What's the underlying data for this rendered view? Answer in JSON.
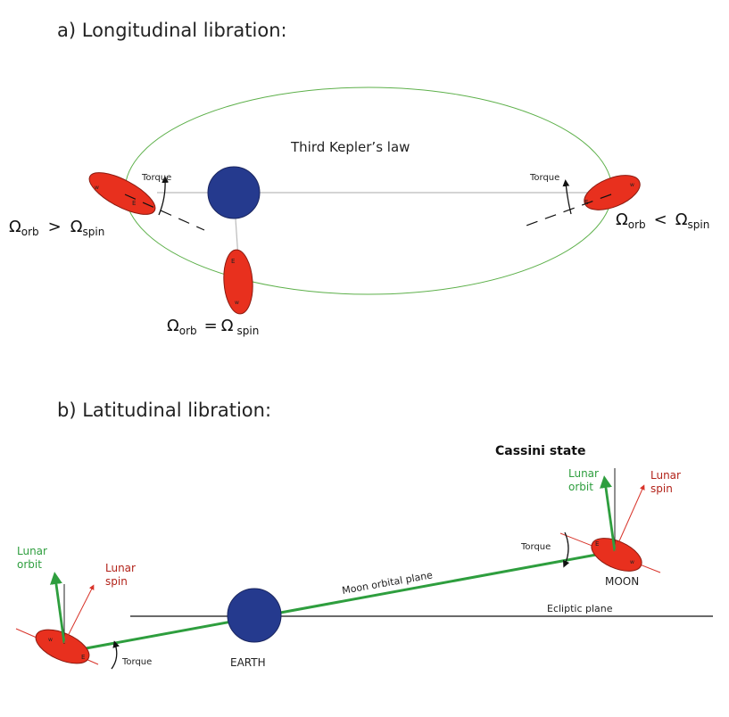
{
  "panel_a": {
    "title": "a) Longitudinal libration:",
    "kepler_label": "Third Kepler’s law",
    "torque_left": "Torque",
    "torque_right": "Torque",
    "moon_mark_w": "w",
    "moon_mark_e": "E",
    "omega": "Ω",
    "sub_orb": "orb",
    "sub_spin": "spin",
    "rel_gt": ">",
    "rel_lt": "<",
    "rel_eq": "="
  },
  "panel_b": {
    "title": "b) Latitudinal libration:",
    "cassini_label": "Cassini state",
    "lunar_orbit_1": "Lunar",
    "lunar_orbit_2": "orbit",
    "lunar_spin_1": "Lunar",
    "lunar_spin_2": "spin",
    "torque_label": "Torque",
    "moon_label": "MOON",
    "earth_label": "EARTH",
    "orbital_plane_label": "Moon orbital plane",
    "ecliptic_label": "Ecliptic plane",
    "moon_mark_w": "w",
    "moon_mark_e": "E"
  },
  "colors": {
    "earth_fill": "#253a8e",
    "moon_fill": "#e8301e",
    "orbit_green": "#2e9e3e",
    "spin_red": "#d8342a",
    "ellipse_green": "#5db04a"
  }
}
